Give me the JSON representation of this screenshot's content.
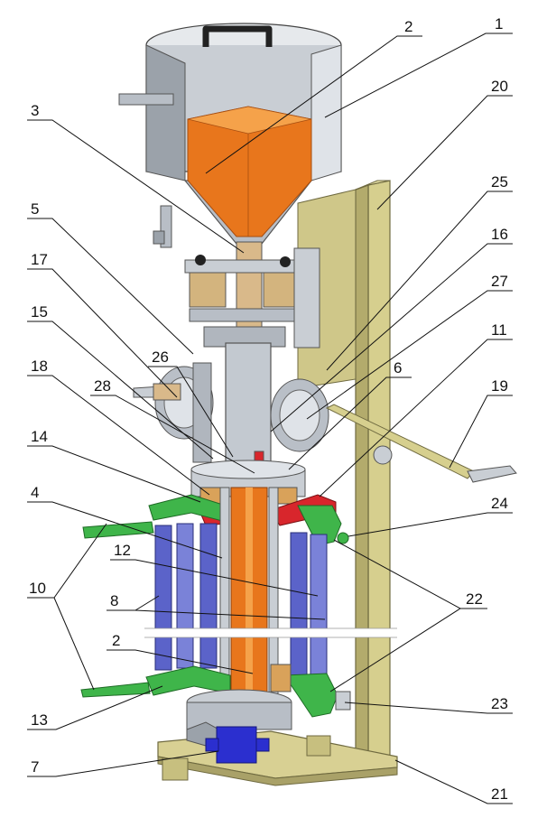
{
  "callouts": [
    {
      "id": "c1",
      "label": "1"
    },
    {
      "id": "c2a",
      "label": "2"
    },
    {
      "id": "c2b",
      "label": "2"
    },
    {
      "id": "c3",
      "label": "3"
    },
    {
      "id": "c4",
      "label": "4"
    },
    {
      "id": "c5",
      "label": "5"
    },
    {
      "id": "c6",
      "label": "6"
    },
    {
      "id": "c7",
      "label": "7"
    },
    {
      "id": "c8",
      "label": "8"
    },
    {
      "id": "c10",
      "label": "10"
    },
    {
      "id": "c11",
      "label": "11"
    },
    {
      "id": "c12",
      "label": "12"
    },
    {
      "id": "c13",
      "label": "13"
    },
    {
      "id": "c14",
      "label": "14"
    },
    {
      "id": "c15",
      "label": "15"
    },
    {
      "id": "c16",
      "label": "16"
    },
    {
      "id": "c17",
      "label": "17"
    },
    {
      "id": "c18",
      "label": "18"
    },
    {
      "id": "c19",
      "label": "19"
    },
    {
      "id": "c20",
      "label": "20"
    },
    {
      "id": "c21",
      "label": "21"
    },
    {
      "id": "c22",
      "label": "22"
    },
    {
      "id": "c23",
      "label": "23"
    },
    {
      "id": "c24",
      "label": "24"
    },
    {
      "id": "c25",
      "label": "25"
    },
    {
      "id": "c26",
      "label": "26"
    },
    {
      "id": "c27",
      "label": "27"
    },
    {
      "id": "c28",
      "label": "28"
    }
  ],
  "colors": {
    "steel_light": "#dfe3e8",
    "steel_mid": "#b8bec6",
    "steel_dark": "#7e868f",
    "product_orange": "#e8761c",
    "product_orange_light": "#f59a3a",
    "frame_olive": "#d6cf8e",
    "frame_olive_dark": "#a9a168",
    "clamp_green": "#3fb54a",
    "rod_blue": "#5b63c9",
    "rod_blue_dark": "#353c96",
    "plate_red": "#d8262c",
    "line": "#111111"
  }
}
